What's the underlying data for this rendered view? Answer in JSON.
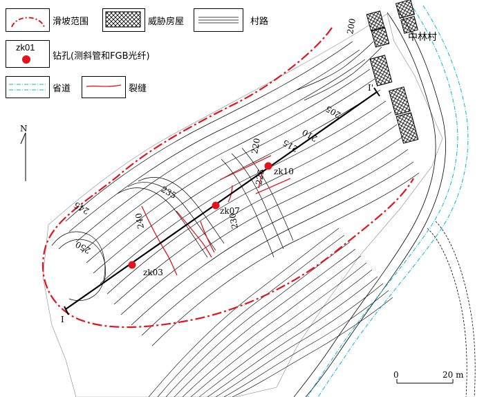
{
  "legend": {
    "landslide": "滑坡范围",
    "house": "威胁房屋",
    "road": "村路",
    "borehole_sample": "zk01",
    "borehole": "钻孔(测斜管和FGB光纤)",
    "provincial_road": "省道",
    "crack": "裂缝"
  },
  "north": "N",
  "village": "中林村",
  "profile_start": "I",
  "profile_end": "I'",
  "boreholes": [
    {
      "id": "zk03"
    },
    {
      "id": "zk07"
    },
    {
      "id": "zk10"
    }
  ],
  "contours": [
    "200",
    "205",
    "210",
    "215",
    "220",
    "225",
    "230",
    "235",
    "240",
    "245",
    "250"
  ],
  "scale": {
    "zero": "0",
    "distance": "20 m"
  },
  "colors": {
    "landslide": "#e0141e",
    "crack": "#e0141e",
    "road": "#00b8d8",
    "borehole": "#e0141e"
  }
}
